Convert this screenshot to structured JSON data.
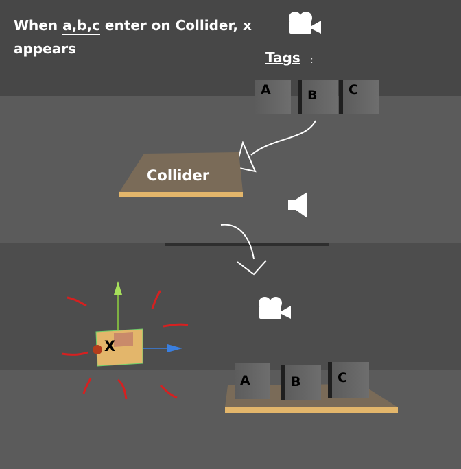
{
  "caption": {
    "prefix": "When ",
    "underlined": "a,b,c",
    "suffix": " enter on Collider, x appears"
  },
  "tags": {
    "heading": "Tags",
    "colon": ":",
    "cubes": [
      "A",
      "B",
      "C"
    ]
  },
  "collider": {
    "label": "Collider"
  },
  "result": {
    "object_label": "X",
    "cubes": [
      "A",
      "B",
      "C"
    ]
  },
  "icons": {
    "camera_top": "camera-icon",
    "speaker": "speaker-icon",
    "camera_bottom": "camera-icon"
  },
  "colors": {
    "text": "#ffffff",
    "platform_top": "#7a6b58",
    "platform_edge": "#e3b66b",
    "arrow_glow": "#d62020",
    "axis_x": "#3a7fe0",
    "axis_y": "#8fd13e"
  }
}
